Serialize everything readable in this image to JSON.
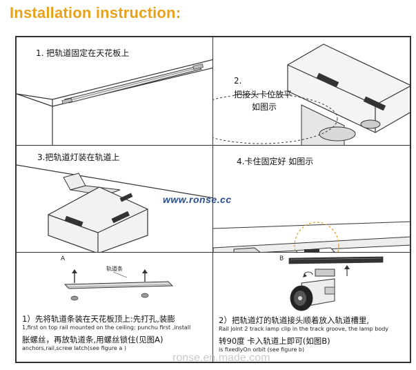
{
  "title": "Installation instruction:",
  "steps": [
    {
      "label": "1. 把轨道固定在天花板上"
    },
    {
      "label_lines": [
        "2.",
        "把接头卡位放平",
        "如图示"
      ]
    },
    {
      "label": "3.把轨道灯装在轨道上"
    },
    {
      "label": "4.卡住固定好  如图示"
    }
  ],
  "panel5": {
    "figure_letter": "A",
    "part_label": "轨道条",
    "cn_line1": "1）先将轨道条装在天花板顶上:先打孔,装膨",
    "en_line1": "1,first on top rail mounted on the ceiling: punchu first ,install",
    "cn_line2": "胀螺丝，再放轨道条,用螺丝锁住(见图A)",
    "en_line2": "anchors,rail,screw latch(see figure a )"
  },
  "panel6": {
    "figure_letter": "B",
    "cn_line1": "2）把轨道灯的轨道接头顺着放入轨道槽里,",
    "en_line1": "Rail joint 2 track lamp clip in the track groove, the lamp body",
    "cn_line2": "转90度 卡入轨道上即可(如图B)",
    "en_line2": "is fixedlyOn orbit (see figure b)"
  },
  "watermark": "www.ronse.cc",
  "footer_watermark": "ronse.en.made.com"
}
